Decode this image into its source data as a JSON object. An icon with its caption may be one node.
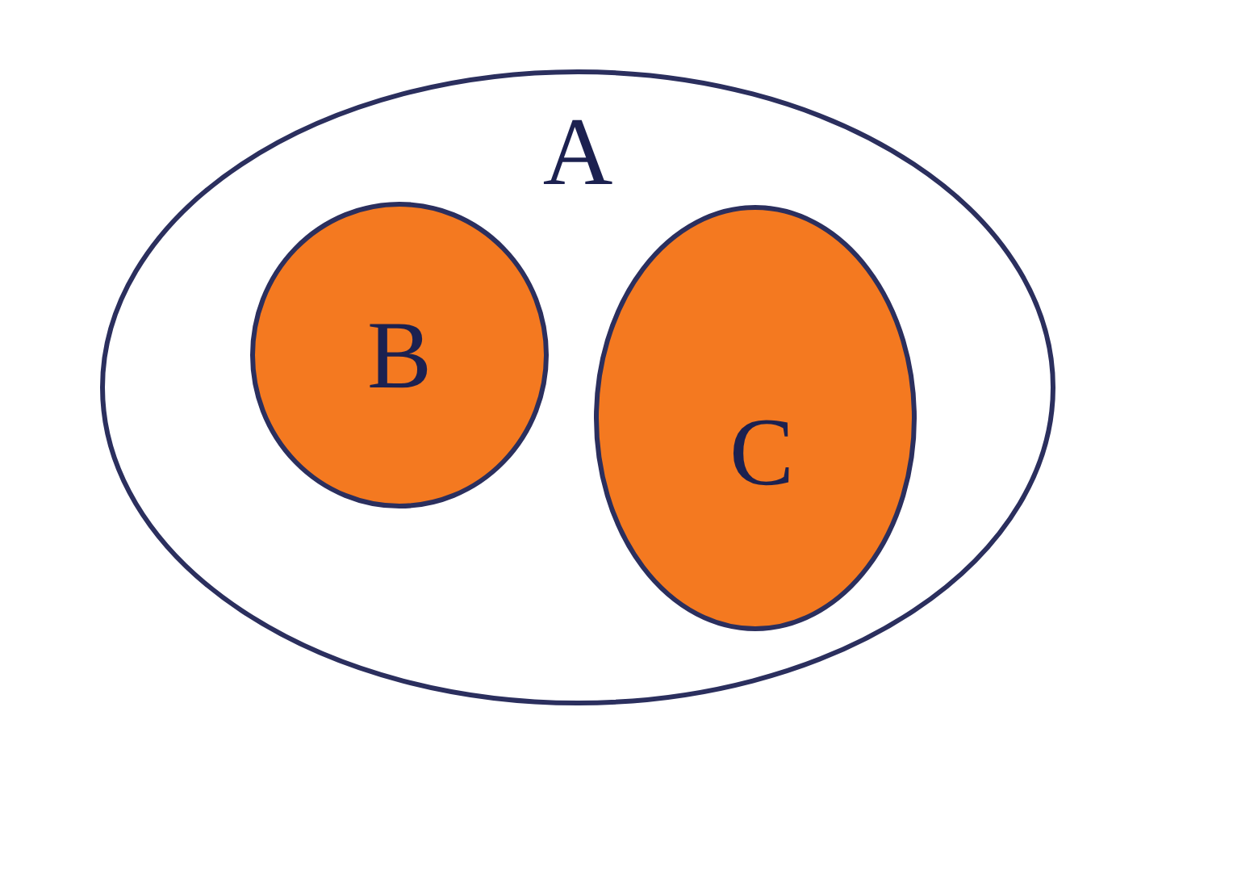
{
  "diagram": {
    "nodes": [
      {
        "text": [
          "A"
        ]
      },
      {
        "text": [
          "B"
        ],
        "in": 0
      },
      {
        "text": [
          "C"
        ],
        "in": 0
      }
    ]
  }
}
